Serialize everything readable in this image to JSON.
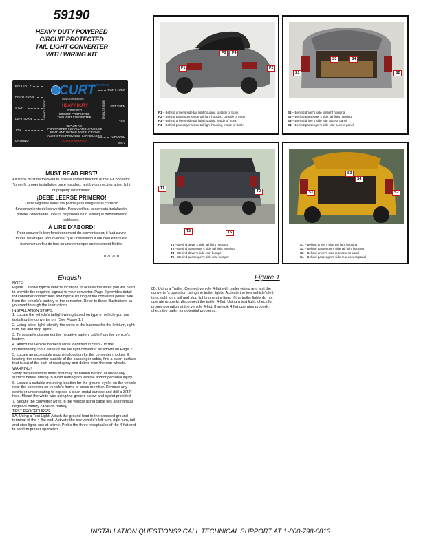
{
  "header": {
    "part_number": "59190",
    "title_lines": [
      "HEAVY DUTY POWERED",
      "CIRCUIT PROTECTED",
      "TAIL LIGHT CONVERTER",
      "WITH WIRING KIT"
    ]
  },
  "product_label": {
    "left_labels": [
      "BATTERY +",
      "RIGHT TURN",
      "STOP",
      "LEFT TURN",
      "TAIL",
      "GROUND"
    ],
    "right_labels": [
      "RIGHT TURN",
      "LEFT TURN",
      "TAIL",
      "GROUND"
    ],
    "vehicle_side": "VEHICLE SIDE",
    "trailer_side": "TRAILER SIDE",
    "brand": "CURT",
    "brand_sub": "MANUFACTURING",
    "website": "www.curtmfg.com",
    "heavy_duty": "HEAVY DUTY",
    "powered_lines": [
      "POWERED",
      "CIRCUIT PROTECTED",
      "TAILLIGHT CONVERTER"
    ],
    "important_lines": [
      "IMPORTANT",
      "FOR PROPER INSTALLATION AND USE",
      "READ AND RETAIN INSTRUCTIONS",
      "AND NOTES PROVIDED IN PACKAGING"
    ],
    "patent": "PATENT PENDING",
    "label_code": "59472"
  },
  "must_read": {
    "en_heading": "MUST READ FIRST!",
    "en_text": "All steps must be followed to ensure correct function of the T-Connector. To verify proper installation once installed, test by connecting a test light or properly wired trailer.",
    "es_heading": "¡DEBE LEERSE PRIMERO!",
    "es_text": "Debe seguirse todos los pasos para asegurar el correcto funcionamiento del convertidor. Para verificar la correcta instalación, pruebe conectando una luz de prueba o un remolque debidamente cableado.",
    "fr_heading": "À LIRE D'ABORD!",
    "fr_text": "Pour assurer le bon fonctionnement du convertisseur, il faut suivre toutes les étapes. Pour vérifier que l'installation a été bien effectuée, branchez un feu de test ou une remorque correctement filetée.",
    "date": "10/1/2010"
  },
  "panels": [
    {
      "tags": [
        "P1",
        "P2",
        "P3",
        "P4"
      ],
      "captions": [
        {
          "code": "P1",
          "text": " – Behind driver's side tail light housing, outside of trunk"
        },
        {
          "code": "P2",
          "text": " – Behind passenger's side tail light housing, outside of trunk"
        },
        {
          "code": "P3",
          "text": " – Behind driver's side tail light housing, inside of trunk"
        },
        {
          "code": "P4",
          "text": " – Behind passenger's side tail light housing, inside of trunk"
        }
      ]
    },
    {
      "tags": [
        "S1",
        "S2",
        "S3",
        "S4"
      ],
      "captions": [
        {
          "code": "S1",
          "text": " – Behind driver's side tail light housing"
        },
        {
          "code": "S2",
          "text": " – Behind passenger's side tail light housing"
        },
        {
          "code": "S3",
          "text": " – Behind driver's side rear access panel"
        },
        {
          "code": "S4",
          "text": " – Behind passenger's side rear access panel"
        }
      ]
    },
    {
      "tags": [
        "T1",
        "T2",
        "T3",
        "T5"
      ],
      "captions": [
        {
          "code": "T1",
          "text": " – Behind driver's side tail light housing"
        },
        {
          "code": "T2",
          "text": " – Behind passenger's side tail light housing"
        },
        {
          "code": "T3",
          "text": " – Behind driver's side rear bumper"
        },
        {
          "code": "T5",
          "text": " – Behind passenger's side rear bumper"
        }
      ]
    },
    {
      "tags": [
        "S1",
        "S2",
        "S3",
        "S4"
      ],
      "captions": [
        {
          "code": "S1",
          "text": " – Behind driver's side tail light housing"
        },
        {
          "code": "S2",
          "text": " – Behind passenger's side tail light housing"
        },
        {
          "code": "S3",
          "text": " – Behind driver's side rear access panel"
        },
        {
          "code": "S4",
          "text": " – Behind passenger's side rear access panel"
        }
      ]
    }
  ],
  "instructions": {
    "heading": "English",
    "figure_label": "Figure 1",
    "note_heading": "NOTE:",
    "note_text": "Figure 1 shows typical vehicle locations to access the wires you will need to provide the required signals to your converter.  Page 2 provides detail for converter connections and typical routing of the converter power wire from the vehicle's battery to the converter.  Refer to these illustrations as you read through the instructions.",
    "steps_heading": "INSTALLATION STEPS:",
    "steps": [
      "1.  Locate the vehicle's taillight wiring based on type of vehicle you are installing the converter on.  (See Figure 1.)",
      "2.  Using a test light, identify the wires in the harness for the left turn, right turn, tail and stop lights.",
      "3.  Temporarily disconnect the negative battery cable from the vehicle's battery.",
      "4.  Attach the vehicle harness wires identified in Step 2 to the corresponding input wires of the tail light converter as shown on Page 2.",
      "5.  Locate an accessible mounting location for the converter module.  If locating the converter outside of the passenger cabin, find a clean surface that is out of the path of road spray and debris from the rear wheels."
    ],
    "warning_heading": "WARNING!",
    "warning_text": " Verify miscellaneous items that may be hidden behind or under any surface before drilling to avoid damage to vehicle and/or personal injury.",
    "steps_b": [
      "6.  Locate a suitable mounting location for the ground eyelet on the vehicle near the converter on vehicle's frame or cross member. Remove any debris or undercoating to expose a clean metal surface and drill a 3/32\" hole.  Mount the white wire using the ground screw and eyelet provided.",
      "7.  Secure the converter wires to the vehicle using cable ties and reinstall negative battery cable on battery."
    ],
    "test_heading": "TEST PROCEDURES:",
    "test_8a": "8A.  Using a Test Light:  Attach the ground lead to the exposed ground terminal of the 4-flat end.  Activate the tow vehicle's left turn, right turn, tail and stop lights one at a time.  Probe the three receptacles of the 4-flat end to confirm proper operation.",
    "test_8b": "8B.  Using a Trailer:  Connect vehicle 4-flat with trailer wiring and test the converter's operation using the trailer lights.  Activate the tow vehicle's left turn, right turn, tail and stop lights one at a time.  If the trailer lights do not operate properly, disconnect the trailer 4-flat.  Using a test light, check for proper operation at the vehicle 4-flat.  If vehicle 4 flat operates properly, check the trailer for potential problems."
  },
  "footer": "INSTALLATION QUESTIONS? CALL TECHNICAL SUPPORT AT 1-800-798-0813"
}
